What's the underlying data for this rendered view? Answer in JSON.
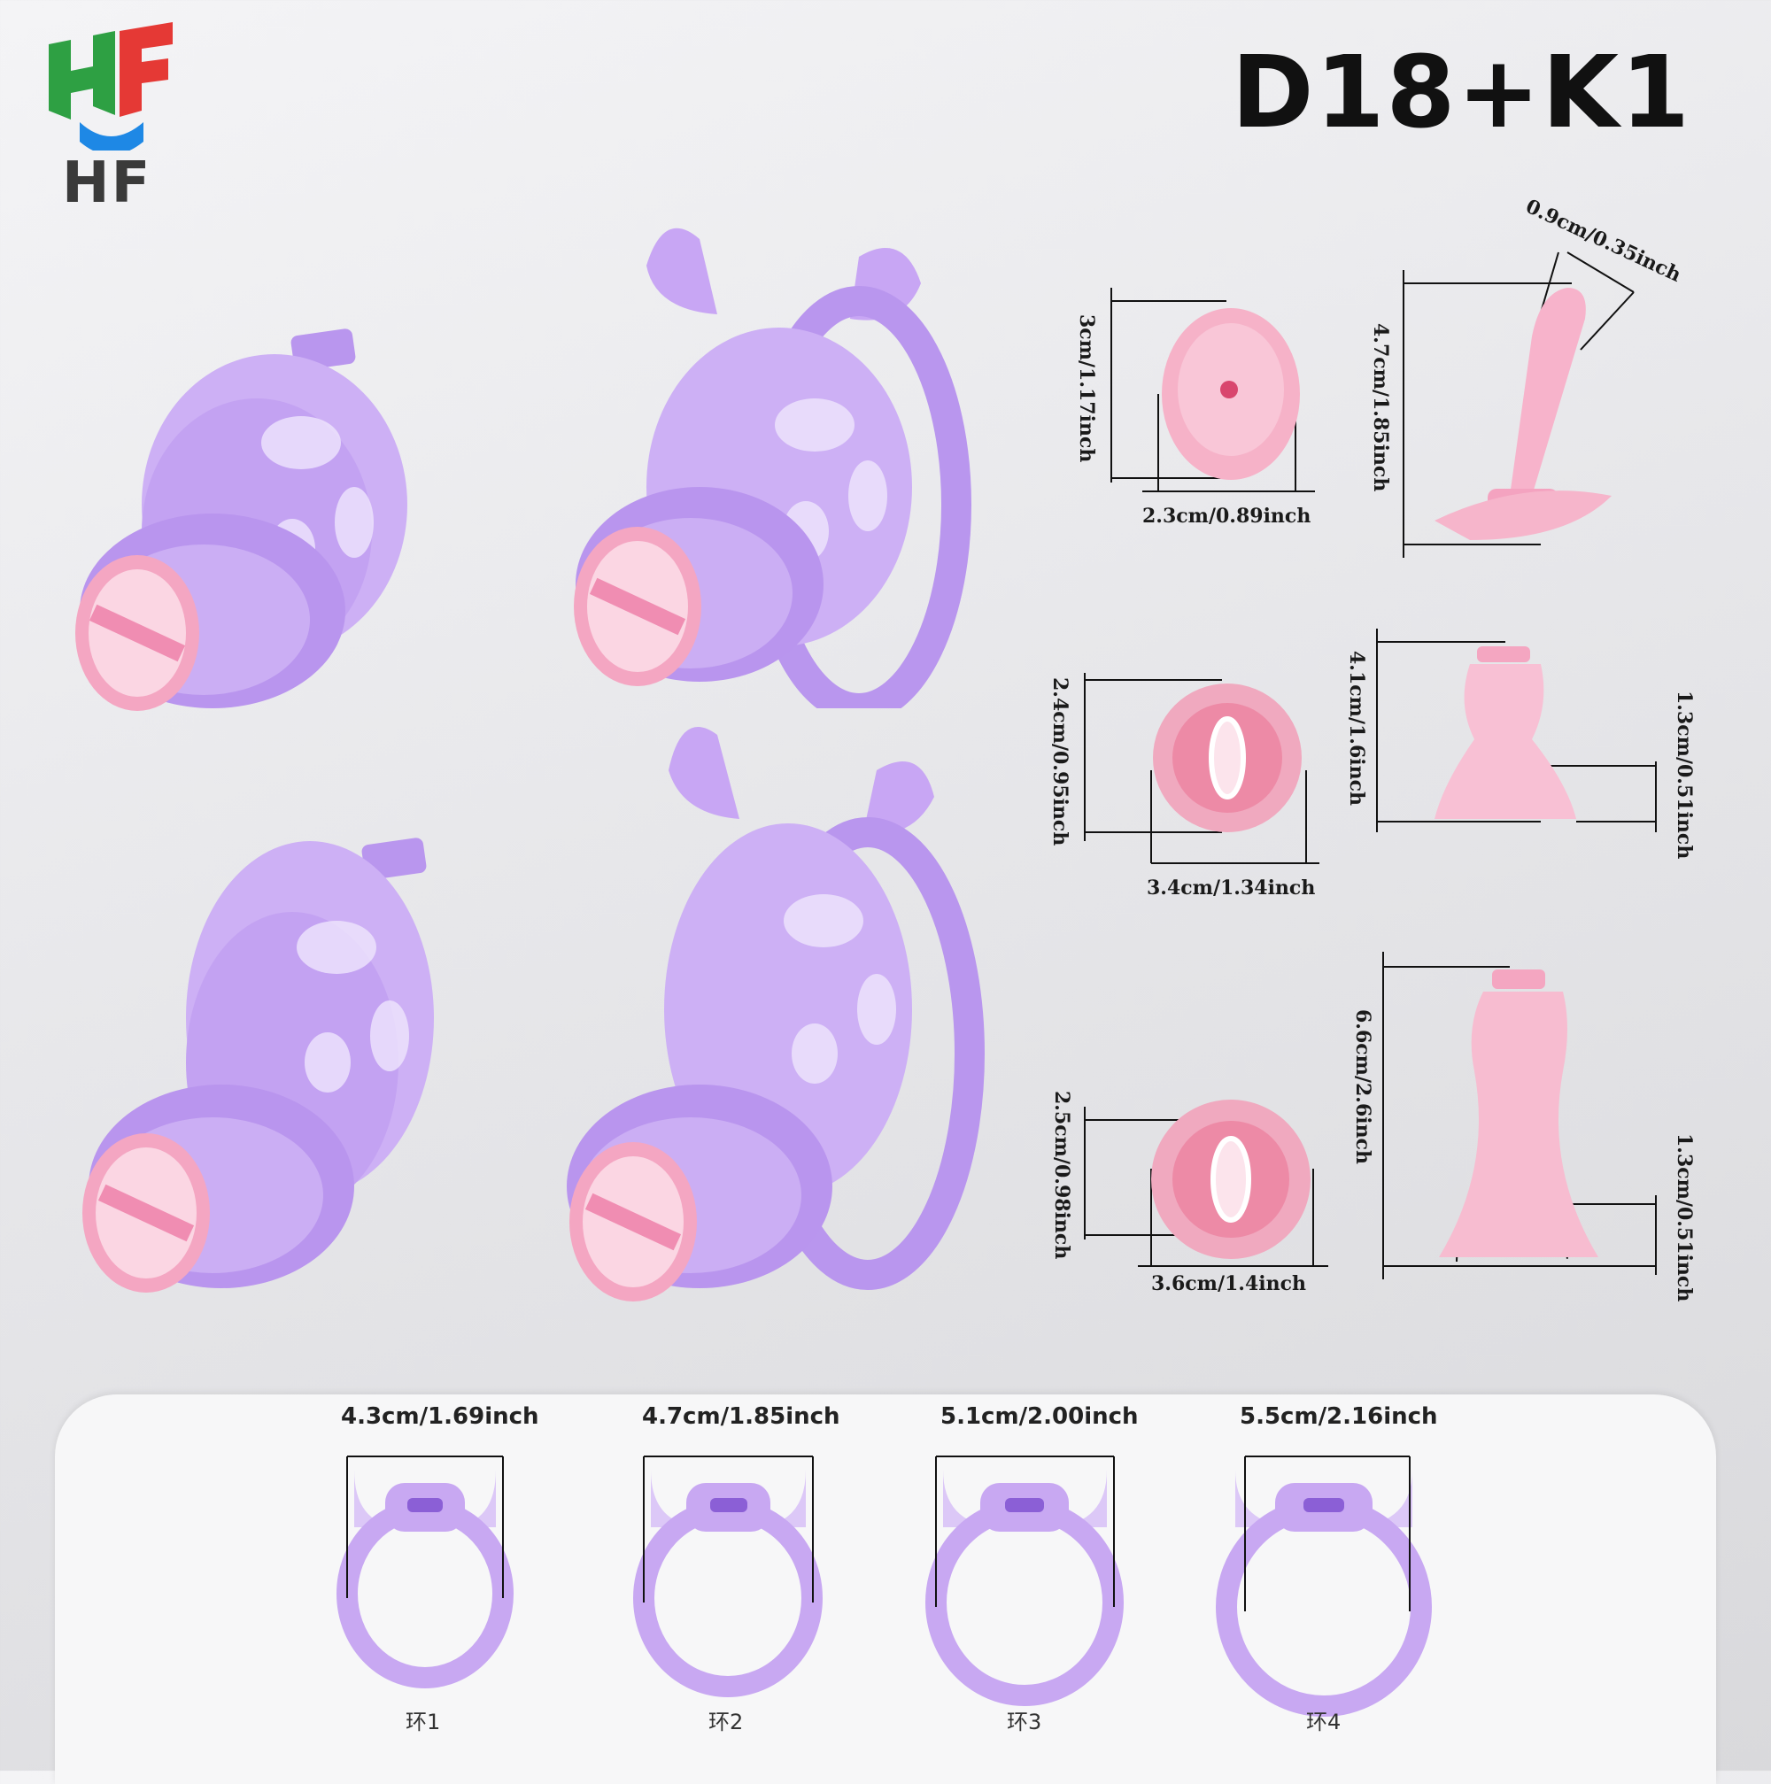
{
  "brand": {
    "logo_text": "HF"
  },
  "title": "D18+K1",
  "colors": {
    "cage": "#c9a9f3",
    "cage_dark": "#a886e6",
    "pink": "#f6b5cb",
    "pink_dark": "#ef8fb1",
    "logo_green": "#2ea043",
    "logo_red": "#e53935",
    "logo_blue": "#1e88e5"
  },
  "products": [
    {
      "name": "small-cage"
    },
    {
      "name": "small-cage-butterfly-ring"
    },
    {
      "name": "long-cage"
    },
    {
      "name": "long-cage-butterfly-ring"
    }
  ],
  "dimensions": {
    "plug_small_height": "3cm/1.17inch",
    "plug_small_width": "2.3cm/0.89inch",
    "urethral_tip_width": "0.9cm/0.35inch",
    "urethral_height": "4.7cm/1.85inch",
    "insert_medium_height": "2.4cm/0.95inch",
    "insert_medium_width": "3.4cm/1.34inch",
    "tube_medium_height": "4.1cm/1.6inch",
    "tube_medium_base": "1.3cm/0.51inch",
    "insert_large_height": "2.5cm/0.98inch",
    "insert_large_width": "3.6cm/1.4inch",
    "tube_large_height": "6.6cm/2.6inch",
    "tube_large_base": "1.3cm/0.51inch"
  },
  "rings": [
    {
      "size": "4.3cm/1.69inch",
      "label": "环1"
    },
    {
      "size": "4.7cm/1.85inch",
      "label": "环2"
    },
    {
      "size": "5.1cm/2.00inch",
      "label": "环3"
    },
    {
      "size": "5.5cm/2.16inch",
      "label": "环4"
    }
  ]
}
